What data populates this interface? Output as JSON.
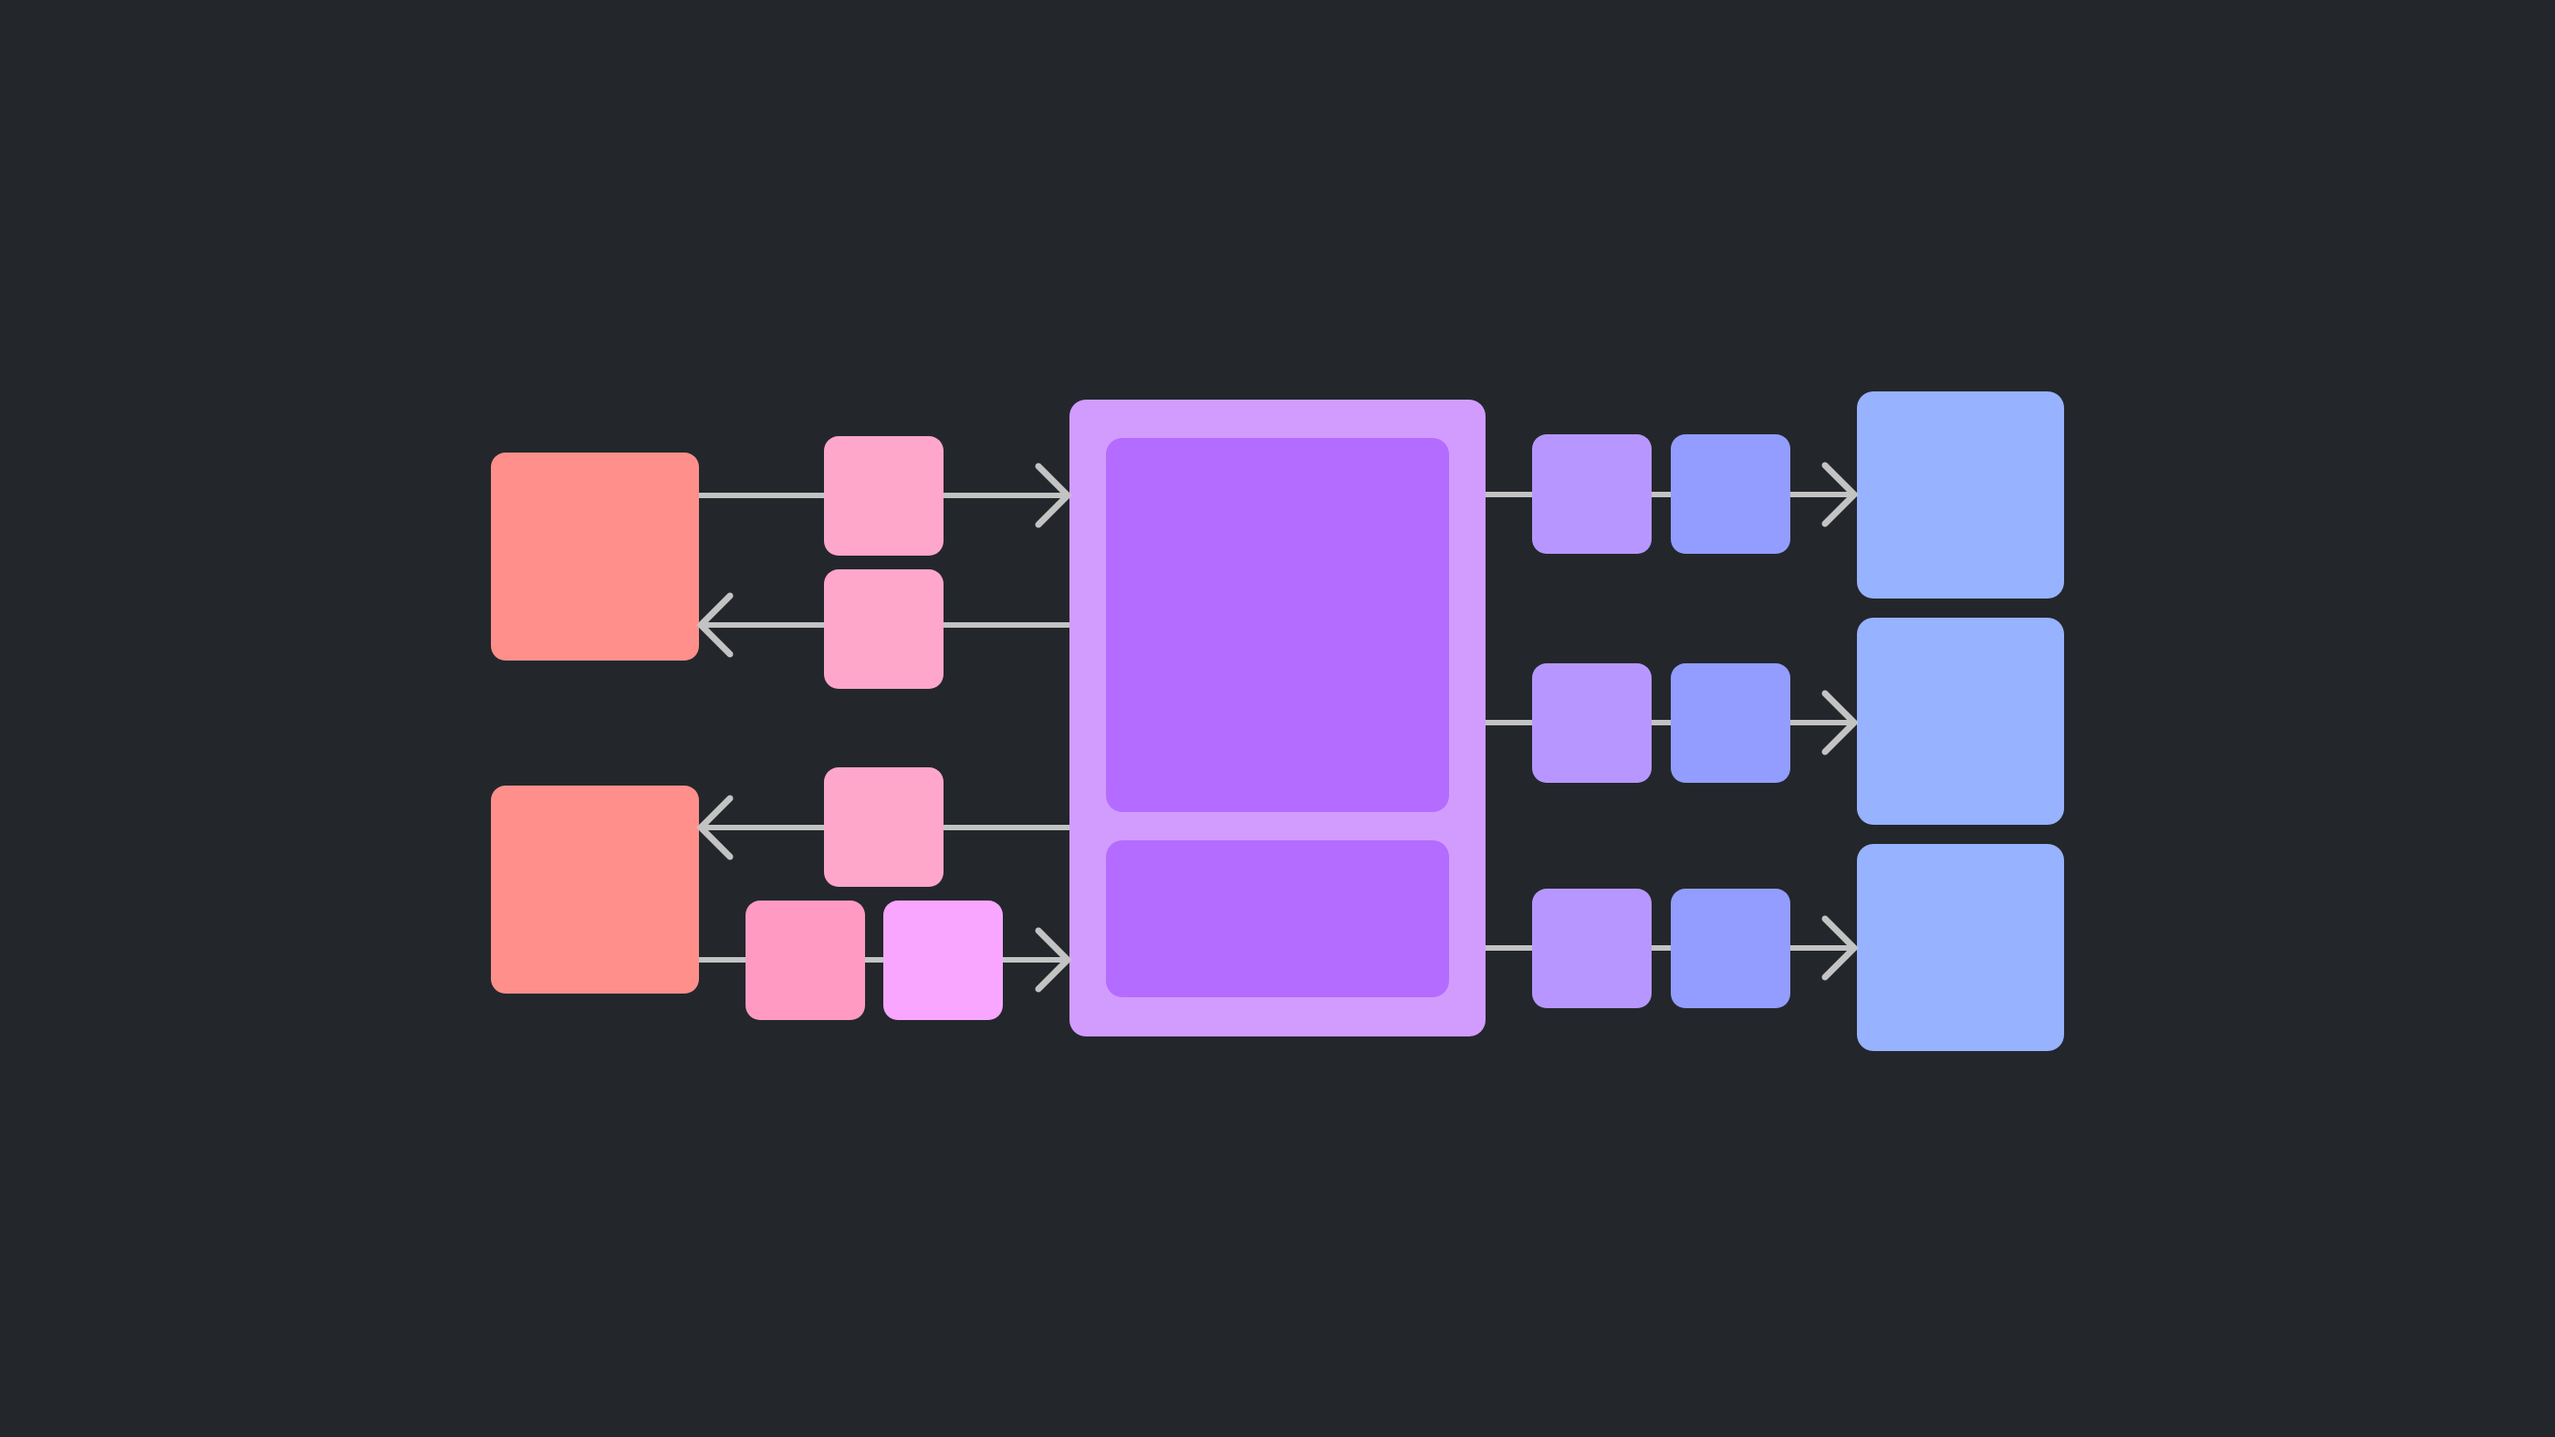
{
  "colors": {
    "background": "#23272b",
    "connector": "#c3c3c3",
    "source": "#ff8f8a",
    "filter_pink": "#ffa6cb",
    "filter_pink_deep": "#ff9ac2",
    "filter_magenta": "#f8a6ff",
    "hub_frame": "#d29cff",
    "hub_panel": "#b46bff",
    "stage_violet": "#b797ff",
    "stage_periwinkle": "#929dff",
    "target": "#97b2ff"
  },
  "nodes": [
    {
      "id": "source-top",
      "role": "source",
      "fill": "source"
    },
    {
      "id": "source-bottom",
      "role": "source",
      "fill": "source"
    },
    {
      "id": "inbound-filter-1",
      "role": "filter",
      "fill": "filter_pink"
    },
    {
      "id": "return-filter-1",
      "role": "filter",
      "fill": "filter_pink"
    },
    {
      "id": "return-filter-2",
      "role": "filter",
      "fill": "filter_pink"
    },
    {
      "id": "inbound-filter-2a",
      "role": "filter",
      "fill": "filter_pink_deep"
    },
    {
      "id": "inbound-filter-2b",
      "role": "filter",
      "fill": "filter_magenta"
    },
    {
      "id": "hub",
      "role": "hub",
      "fill": "hub_frame"
    },
    {
      "id": "hub-panel-top",
      "role": "hub-panel",
      "fill": "hub_panel"
    },
    {
      "id": "hub-panel-bottom",
      "role": "hub-panel",
      "fill": "hub_panel"
    },
    {
      "id": "stage-1a",
      "role": "stage",
      "fill": "stage_violet"
    },
    {
      "id": "stage-1b",
      "role": "stage",
      "fill": "stage_periwinkle"
    },
    {
      "id": "stage-2a",
      "role": "stage",
      "fill": "stage_violet"
    },
    {
      "id": "stage-2b",
      "role": "stage",
      "fill": "stage_periwinkle"
    },
    {
      "id": "stage-3a",
      "role": "stage",
      "fill": "stage_violet"
    },
    {
      "id": "stage-3b",
      "role": "stage",
      "fill": "stage_periwinkle"
    },
    {
      "id": "target-1",
      "role": "target",
      "fill": "target"
    },
    {
      "id": "target-2",
      "role": "target",
      "fill": "target"
    },
    {
      "id": "target-3",
      "role": "target",
      "fill": "target"
    }
  ],
  "connections": [
    {
      "from": "source-top",
      "to": "hub",
      "via": [
        "inbound-filter-1"
      ],
      "arrow": "to"
    },
    {
      "from": "hub",
      "to": "source-top",
      "via": [
        "return-filter-1"
      ],
      "arrow": "to"
    },
    {
      "from": "hub",
      "to": "source-bottom",
      "via": [
        "return-filter-2"
      ],
      "arrow": "to"
    },
    {
      "from": "source-bottom",
      "to": "hub",
      "via": [
        "inbound-filter-2a",
        "inbound-filter-2b"
      ],
      "arrow": "to"
    },
    {
      "from": "hub",
      "to": "target-1",
      "via": [
        "stage-1a",
        "stage-1b"
      ],
      "arrow": "to"
    },
    {
      "from": "hub",
      "to": "target-2",
      "via": [
        "stage-2a",
        "stage-2b"
      ],
      "arrow": "to"
    },
    {
      "from": "hub",
      "to": "target-3",
      "via": [
        "stage-3a",
        "stage-3b"
      ],
      "arrow": "to"
    }
  ]
}
